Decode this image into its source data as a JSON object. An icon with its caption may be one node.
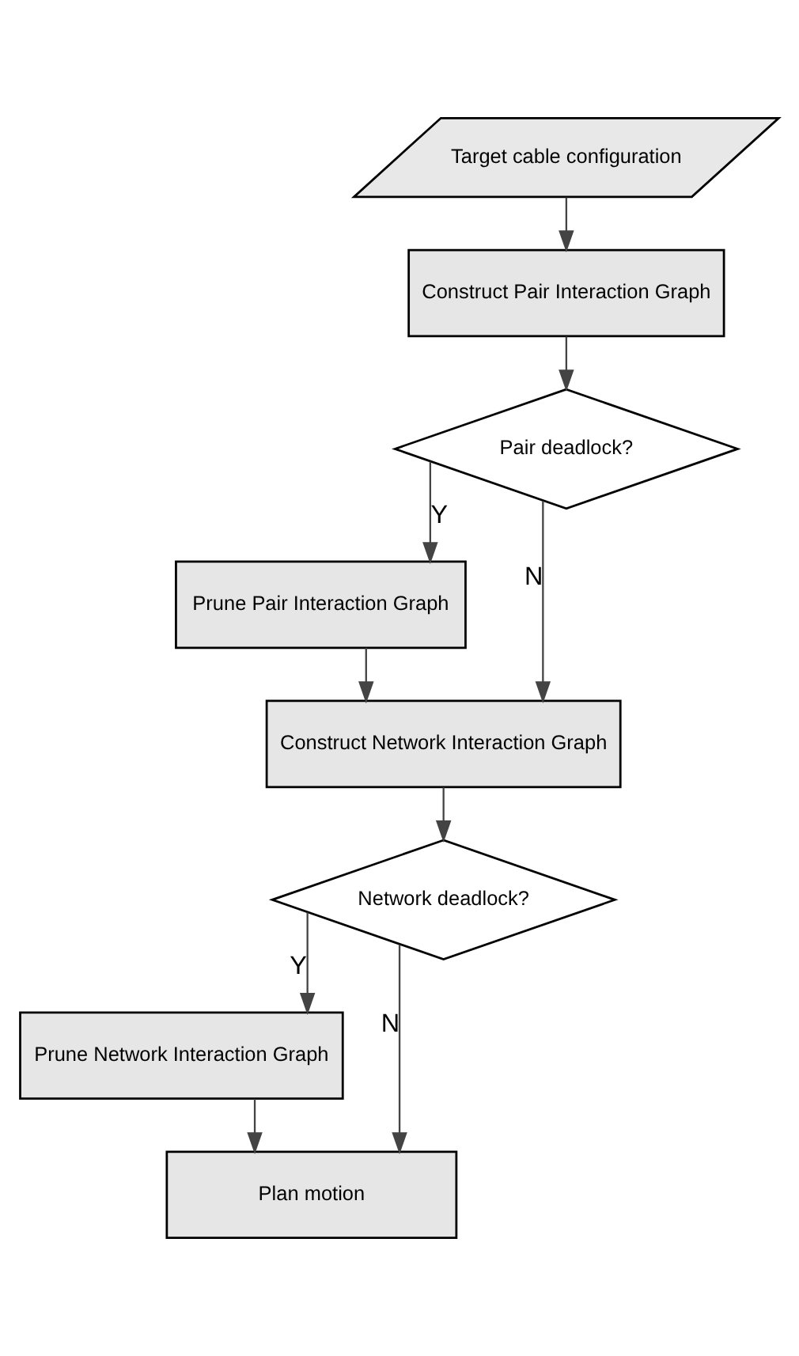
{
  "diagram": {
    "nodes": [
      {
        "text": [
          "Target cable configuration"
        ]
      },
      {
        "text": [
          "Construct Pair Interaction Graph"
        ]
      },
      {
        "text": [
          "Pair deadlock?"
        ]
      },
      {
        "text": [
          "Prune Pair Interaction Graph"
        ]
      },
      {
        "text": [
          "Construct Network Interaction Graph"
        ]
      },
      {
        "text": [
          "Network deadlock?"
        ]
      },
      {
        "text": [
          "Prune Network Interaction Graph"
        ]
      },
      {
        "text": [
          "Plan motion"
        ]
      }
    ],
    "edges": [
      {
        "from": 0,
        "to": 1,
        "arrow": "to"
      },
      {
        "from": 1,
        "to": 2,
        "arrow": "to"
      },
      {
        "from": 2,
        "to": 3,
        "arrow": "to",
        "label": "Y"
      },
      {
        "from": 2,
        "to": 4,
        "arrow": "to",
        "label": "N"
      },
      {
        "from": 3,
        "to": 4,
        "arrow": "to"
      },
      {
        "from": 4,
        "to": 5,
        "arrow": "to"
      },
      {
        "from": 5,
        "to": 6,
        "arrow": "to",
        "label": "Y"
      },
      {
        "from": 5,
        "to": 7,
        "arrow": "to",
        "label": "N"
      },
      {
        "from": 6,
        "to": 7,
        "arrow": "to"
      }
    ]
  }
}
